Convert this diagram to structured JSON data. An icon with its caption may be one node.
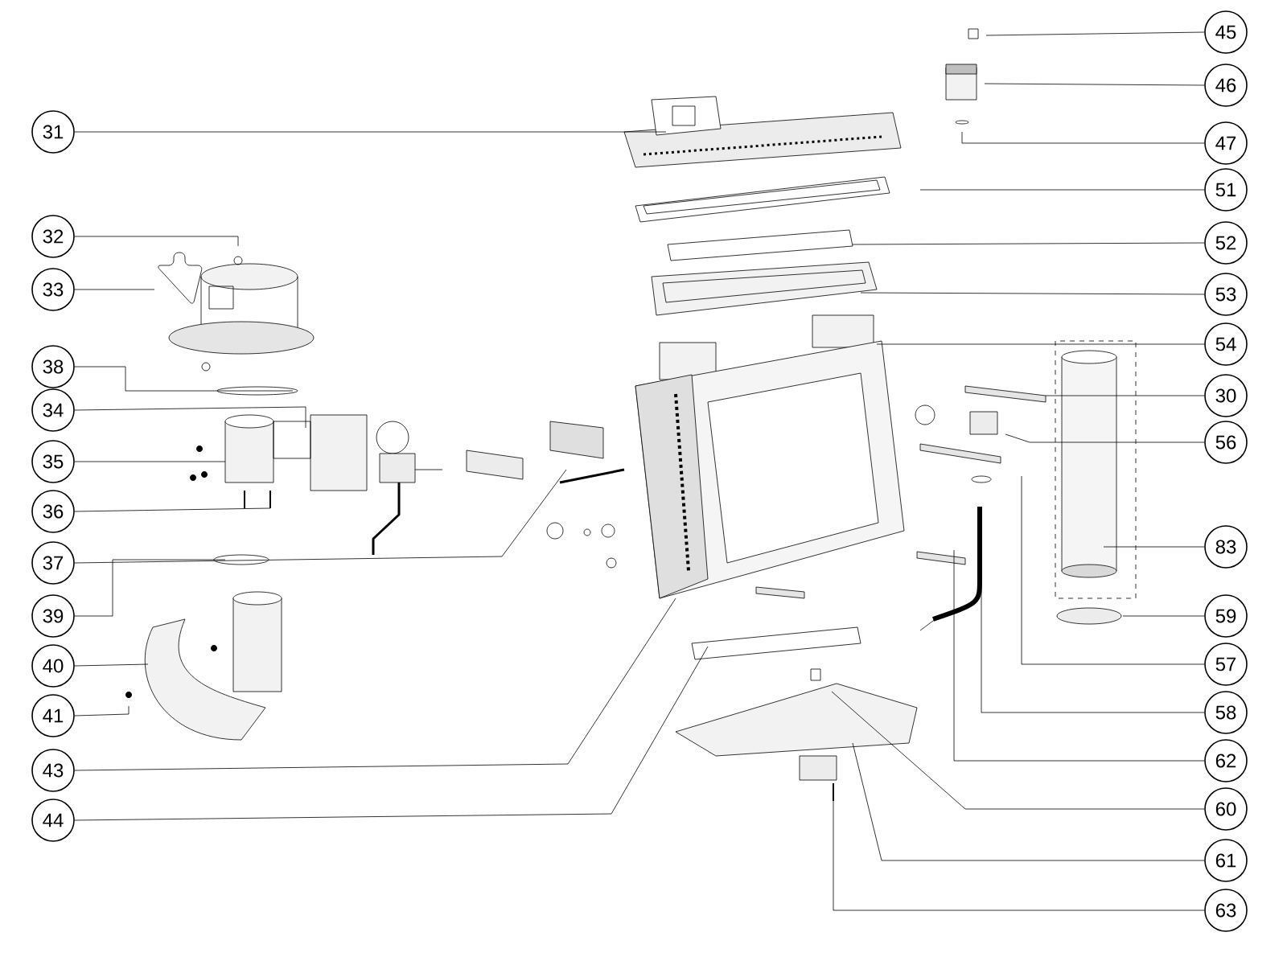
{
  "diagram": {
    "nodes": [
      {
        "text": [
          "31"
        ]
      },
      {
        "text": [
          "32"
        ]
      },
      {
        "text": [
          "33"
        ]
      },
      {
        "text": [
          "38"
        ]
      },
      {
        "text": [
          "34"
        ]
      },
      {
        "text": [
          "35"
        ]
      },
      {
        "text": [
          "36"
        ]
      },
      {
        "text": [
          "37"
        ]
      },
      {
        "text": [
          "39"
        ]
      },
      {
        "text": [
          "40"
        ]
      },
      {
        "text": [
          "41"
        ]
      },
      {
        "text": [
          "43"
        ]
      },
      {
        "text": [
          "44"
        ]
      },
      {
        "text": [
          "45"
        ]
      },
      {
        "text": [
          "46"
        ]
      },
      {
        "text": [
          "47"
        ]
      },
      {
        "text": [
          "51"
        ]
      },
      {
        "text": [
          "52"
        ]
      },
      {
        "text": [
          "53"
        ]
      },
      {
        "text": [
          "54"
        ]
      },
      {
        "text": [
          "30"
        ]
      },
      {
        "text": [
          "56"
        ]
      },
      {
        "text": [
          "83"
        ]
      },
      {
        "text": [
          "59"
        ]
      },
      {
        "text": [
          "57"
        ]
      },
      {
        "text": [
          "58"
        ]
      },
      {
        "text": [
          "62"
        ]
      },
      {
        "text": [
          "60"
        ]
      },
      {
        "text": [
          "61"
        ]
      },
      {
        "text": [
          "63"
        ]
      }
    ],
    "edges": [
      {
        "from": 0,
        "to": null,
        "arrow": "none"
      },
      {
        "from": 1,
        "to": null,
        "arrow": "none"
      },
      {
        "from": 2,
        "to": null,
        "arrow": "none"
      },
      {
        "from": 3,
        "to": null,
        "arrow": "none"
      },
      {
        "from": 4,
        "to": null,
        "arrow": "none"
      },
      {
        "from": 5,
        "to": null,
        "arrow": "none"
      },
      {
        "from": 6,
        "to": null,
        "arrow": "none"
      },
      {
        "from": 7,
        "to": null,
        "arrow": "none"
      },
      {
        "from": 8,
        "to": null,
        "arrow": "none"
      },
      {
        "from": 9,
        "to": null,
        "arrow": "none"
      },
      {
        "from": 10,
        "to": null,
        "arrow": "none"
      },
      {
        "from": 11,
        "to": null,
        "arrow": "none"
      },
      {
        "from": 12,
        "to": null,
        "arrow": "none"
      },
      {
        "from": 13,
        "to": null,
        "arrow": "none"
      },
      {
        "from": 14,
        "to": null,
        "arrow": "none"
      },
      {
        "from": 15,
        "to": null,
        "arrow": "none"
      },
      {
        "from": 16,
        "to": null,
        "arrow": "none"
      },
      {
        "from": 17,
        "to": null,
        "arrow": "none"
      },
      {
        "from": 18,
        "to": null,
        "arrow": "none"
      },
      {
        "from": 19,
        "to": null,
        "arrow": "none"
      },
      {
        "from": 20,
        "to": null,
        "arrow": "none"
      },
      {
        "from": 21,
        "to": null,
        "arrow": "none"
      },
      {
        "from": 22,
        "to": null,
        "arrow": "none"
      },
      {
        "from": 23,
        "to": null,
        "arrow": "none"
      },
      {
        "from": 24,
        "to": null,
        "arrow": "none"
      },
      {
        "from": 25,
        "to": null,
        "arrow": "none"
      },
      {
        "from": 26,
        "to": null,
        "arrow": "none"
      },
      {
        "from": 27,
        "to": null,
        "arrow": "none"
      },
      {
        "from": 28,
        "to": null,
        "arrow": "none"
      },
      {
        "from": 29,
        "to": null,
        "arrow": "none"
      }
    ]
  }
}
